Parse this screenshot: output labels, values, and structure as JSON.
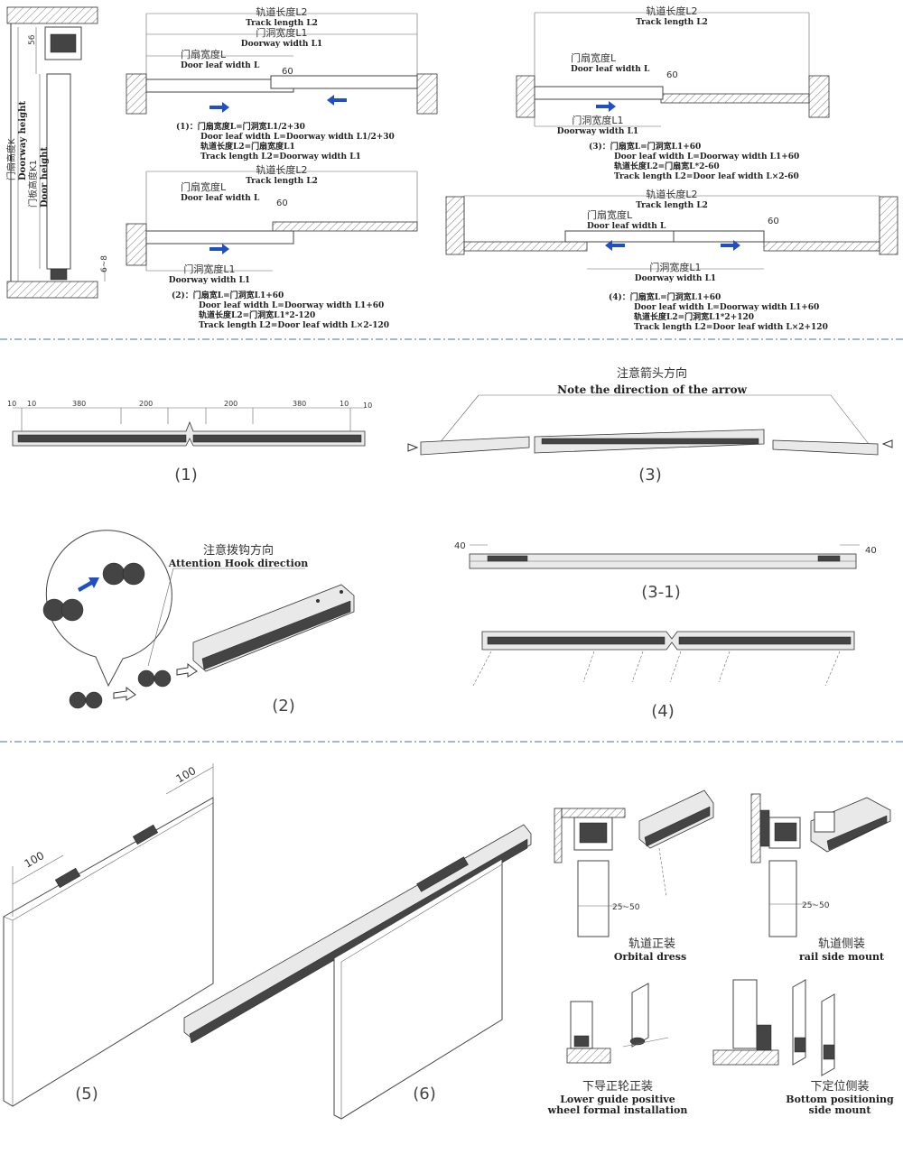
{
  "colors": {
    "arrow": "#1f4fc1",
    "divider": "#3b6fd4",
    "line": "#333333"
  },
  "side": {
    "dim56": "56",
    "dim68": "6~8",
    "door_height_cn": "门扇高度K",
    "door_height_en": "Doorway height",
    "leaf_height_cn": "门板高度K1",
    "leaf_height_en": "Door height"
  },
  "d1": {
    "track_cn": "轨道长度L2",
    "track_en": "Track length L2",
    "doorway_cn": "门洞宽度L1",
    "doorway_en": "Doorway width L1",
    "leaf_cn": "门扇宽度L",
    "leaf_en": "Door leaf width L",
    "dim": "60",
    "f1": "(1)：门扇宽度L=门洞宽L1/2+30",
    "f2": "Door leaf width L=Doorway width L1/2+30",
    "f3": "轨道长度L2=门扇宽度L1",
    "f4": "Track length L2=Doorway width L1"
  },
  "d2": {
    "track_cn": "轨道长度L2",
    "track_en": "Track length L2",
    "leaf_cn": "门扇宽度L",
    "leaf_en": "Door leaf width L",
    "doorway_cn": "门洞宽度L1",
    "doorway_en": "Doorway width L1",
    "dim": "60",
    "f1": "(2)：门扇宽L=门洞宽L1+60",
    "f2": "Door leaf width L=Doorway width L1+60",
    "f3": "轨道长度L2=门洞宽L1*2-120",
    "f4": "Track length L2=Door leaf width L×2-120"
  },
  "d3": {
    "track_cn": "轨道长度L2",
    "track_en": "Track length L2",
    "leaf_cn": "门扇宽度L",
    "leaf_en": "Door leaf width L",
    "doorway_cn": "门洞宽度L1",
    "doorway_en": "Doorway width L1",
    "dim": "60",
    "f1": "(3)：门扇宽L=门洞宽L1+60",
    "f2": "Door leaf width L=Doorway width L1+60",
    "f3": "轨道长度L2=门扇宽L*2-60",
    "f4": "Track length L2=Door leaf width L×2-60"
  },
  "d4": {
    "track_cn": "轨道长度L2",
    "track_en": "Track length L2",
    "leaf_cn": "门扇宽度L",
    "leaf_en": "Door leaf width L",
    "doorway_cn": "门洞宽度L1",
    "doorway_en": "Doorway width L1",
    "dim": "60",
    "f1": "(4)：门扇宽L=门洞宽L1+60",
    "f2": "Door leaf width L=Doorway width L1+60",
    "f3": "轨道长度L2=门洞宽L1*2+120",
    "f4": "Track length L2=Door leaf width L×2+120"
  },
  "step1": {
    "caption": "(1)",
    "dims": [
      "10",
      "10",
      "380",
      "200",
      "200",
      "380",
      "10",
      "10"
    ]
  },
  "step3": {
    "caption": "(3)",
    "note_cn": "注意箭头方向",
    "note_en": "Note the direction of the arrow"
  },
  "step2": {
    "caption": "(2)",
    "note_cn": "注意拨钩方向",
    "note_en": "Attention Hook direction"
  },
  "step31": {
    "caption": "(3-1)",
    "dim_left": "40",
    "dim_right": "40"
  },
  "step4": {
    "caption": "(4)"
  },
  "step5": {
    "caption": "(5)",
    "dim_a": "100",
    "dim_b": "100"
  },
  "step6": {
    "caption": "(6)"
  },
  "mount": {
    "orbital_cn": "轨道正装",
    "orbital_en": "Orbital dress",
    "orbital_dim": "25~50",
    "side_cn": "轨道侧装",
    "side_en": "rail side mount",
    "side_dim": "25~50",
    "lower_cn": "下导正轮正装",
    "lower_en1": "Lower guide positive",
    "lower_en2": "wheel formal installation",
    "bottom_cn": "下定位侧装",
    "bottom_en1": "Bottom positioning",
    "bottom_en2": "side mount"
  }
}
